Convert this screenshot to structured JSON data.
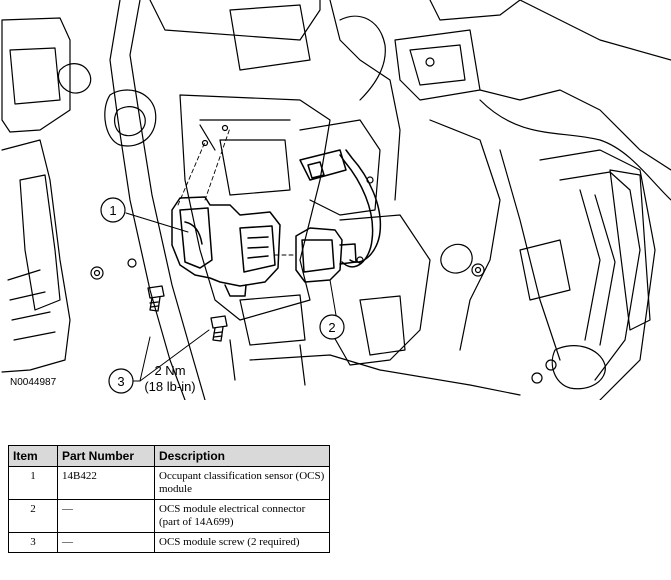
{
  "figure": {
    "id": "N0044987",
    "callouts": [
      {
        "number": "1"
      },
      {
        "number": "2"
      },
      {
        "number": "3",
        "torque_line1": "2 Nm",
        "torque_line2": "(18 lb-in)"
      }
    ]
  },
  "table": {
    "headers": [
      "Item",
      "Part Number",
      "Description"
    ],
    "rows": [
      {
        "item": "1",
        "part_number": "14B422",
        "description": "Occupant classification sensor (OCS) module"
      },
      {
        "item": "2",
        "part_number": "—",
        "description": "OCS module electrical connector (part of 14A699)"
      },
      {
        "item": "3",
        "part_number": "—",
        "description": "OCS module screw (2 required)"
      }
    ]
  }
}
